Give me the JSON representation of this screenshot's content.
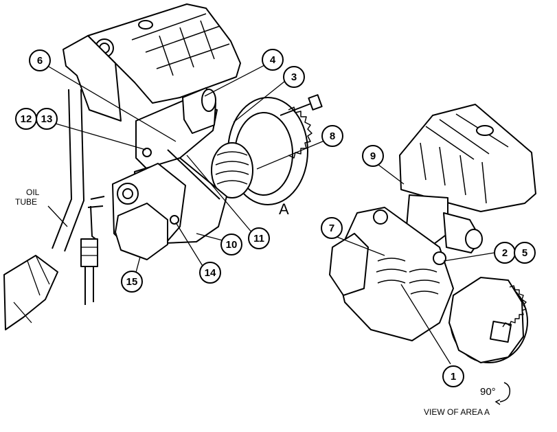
{
  "colors": {
    "line": "#000000",
    "background": "#ffffff",
    "shade": "#dcdcdc"
  },
  "callouts": {
    "c1": "1",
    "c2": "2",
    "c3": "3",
    "c4": "4",
    "c5": "5",
    "c6": "6",
    "c7": "7",
    "c8": "8",
    "c9": "9",
    "c10": "10",
    "c11": "11",
    "c12": "12",
    "c13": "13",
    "c14": "14",
    "c15": "15"
  },
  "labels": {
    "oil_line1": "OIL",
    "oil_line2": "TUBE",
    "area_marker": "A",
    "rotation": "90°",
    "view_caption": "VIEW OF AREA A"
  }
}
